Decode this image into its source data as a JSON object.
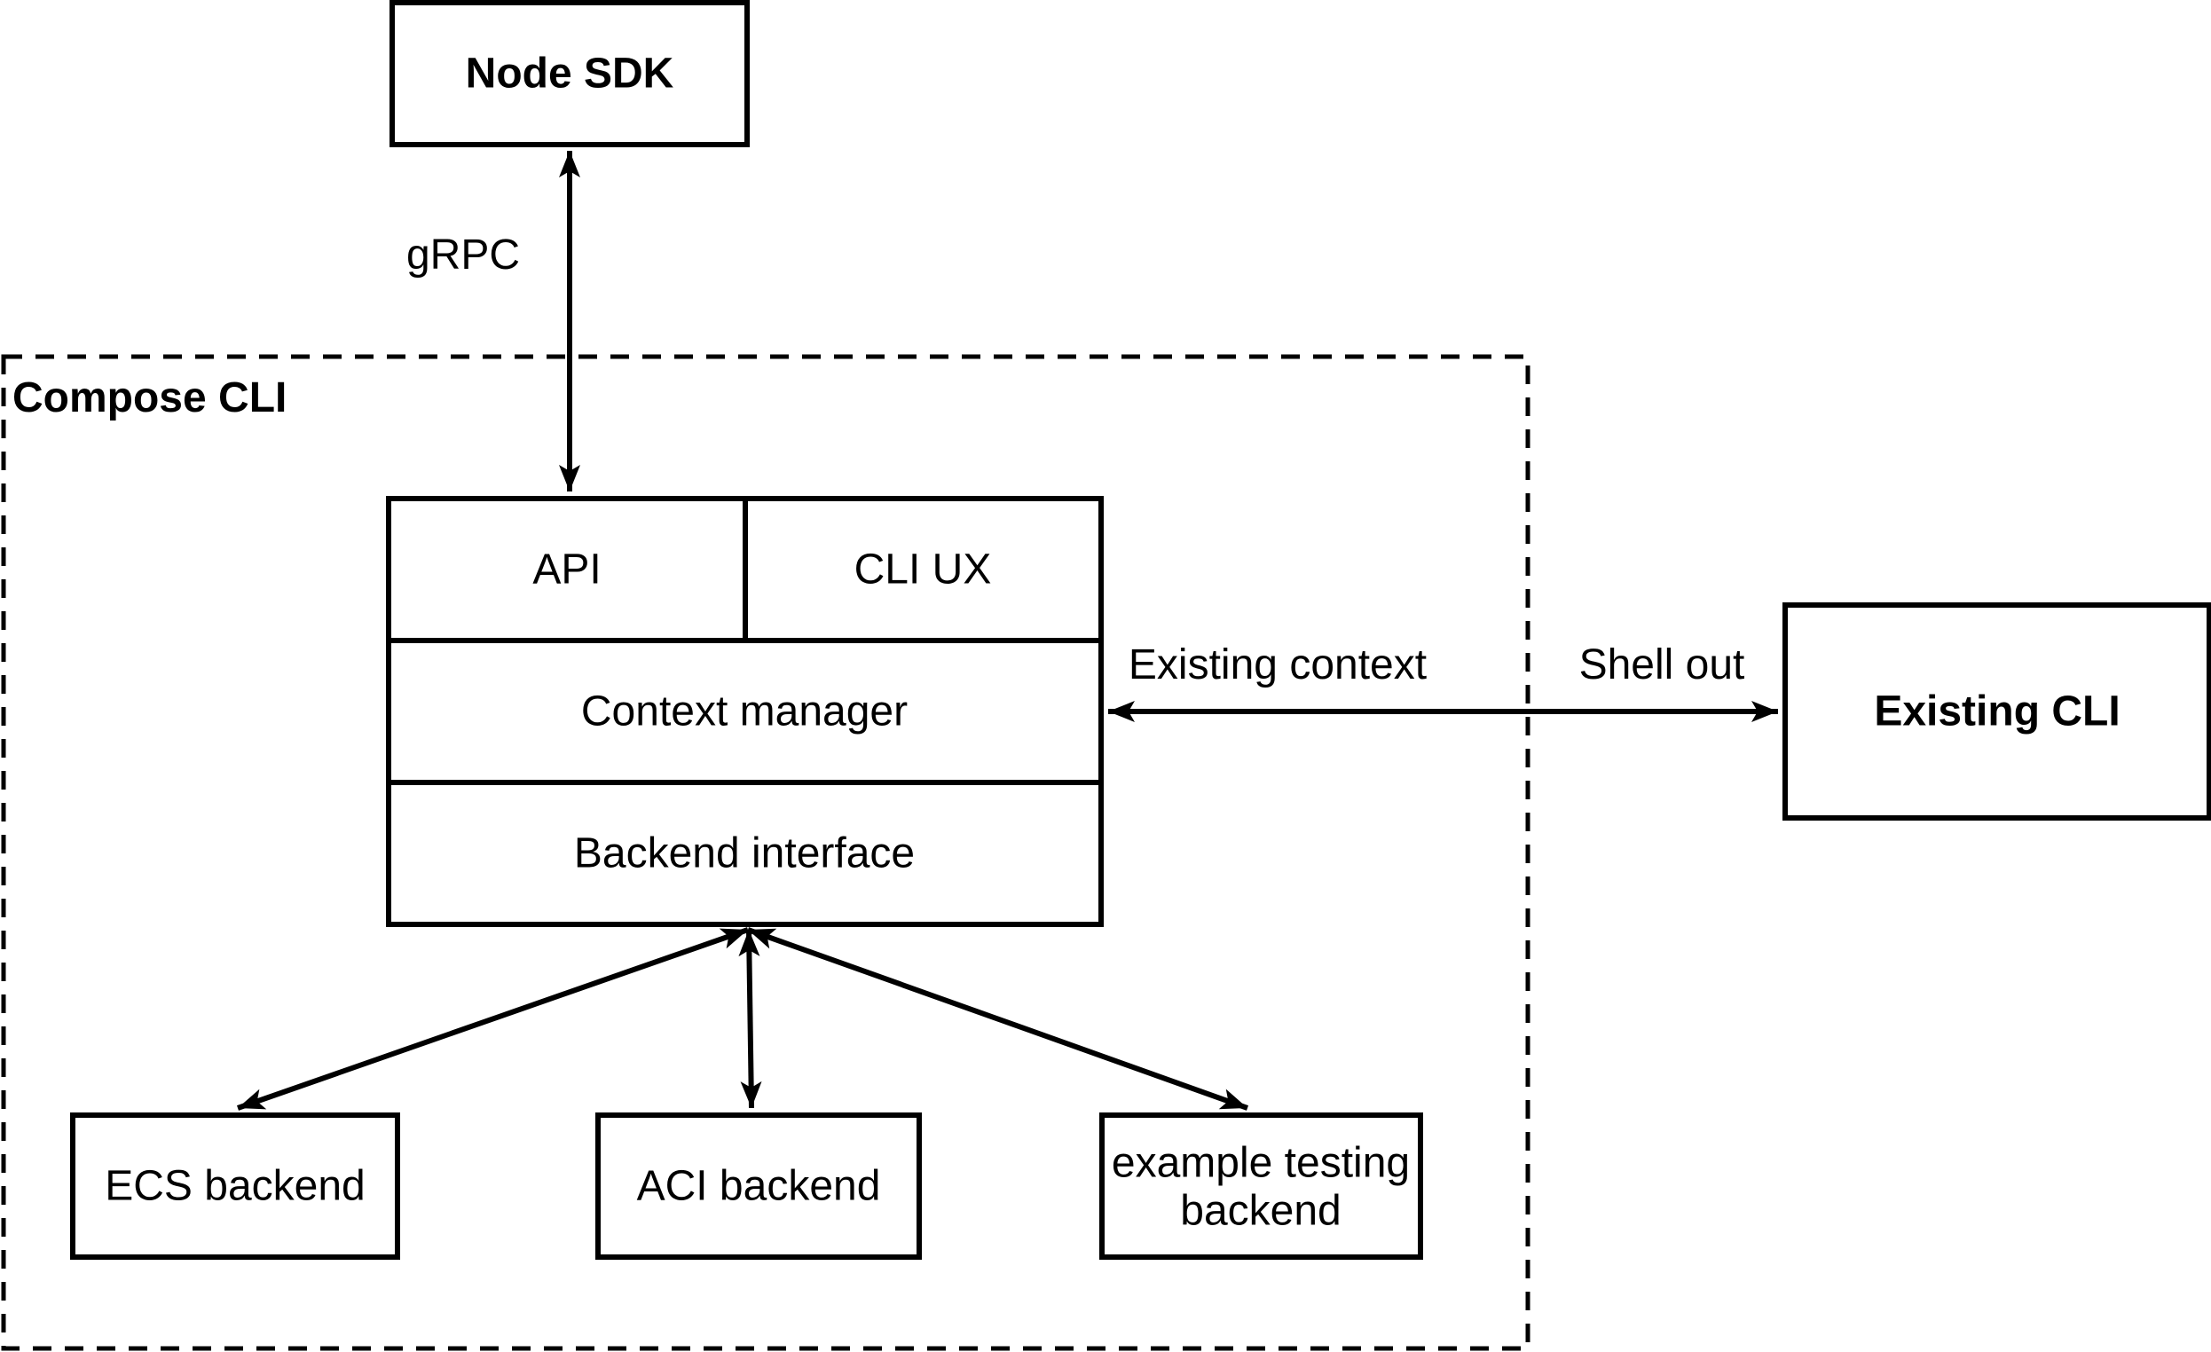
{
  "colors": {
    "stroke": "#000000",
    "background": "#ffffff"
  },
  "nodes": {
    "node_sdk": {
      "label": "Node SDK"
    },
    "compose_cli_container": {
      "label": "Compose CLI"
    },
    "api": {
      "label": "API"
    },
    "cli_ux": {
      "label": "CLI UX"
    },
    "context_manager": {
      "label": "Context manager"
    },
    "backend_interface": {
      "label": "Backend interface"
    },
    "existing_cli": {
      "label": "Existing CLI"
    },
    "ecs_backend": {
      "label": "ECS backend"
    },
    "aci_backend": {
      "label": "ACI backend"
    },
    "example_testing_backend": {
      "label": "example testing backend",
      "line1": "example testing",
      "line2": "backend"
    }
  },
  "edges": {
    "grpc": {
      "label": "gRPC",
      "from": "Node SDK",
      "to": "API",
      "bidirectional": true
    },
    "context_shell": {
      "label_inside_container": "Existing context",
      "label_outside_container": "Shell out",
      "from": "Context manager",
      "to": "Existing CLI",
      "bidirectional": true
    },
    "backend_to_ecs": {
      "from": "Backend interface",
      "to": "ECS backend",
      "bidirectional": true
    },
    "backend_to_aci": {
      "from": "Backend interface",
      "to": "ACI backend",
      "bidirectional": true
    },
    "backend_to_example": {
      "from": "Backend interface",
      "to": "example testing backend",
      "bidirectional": true
    }
  }
}
